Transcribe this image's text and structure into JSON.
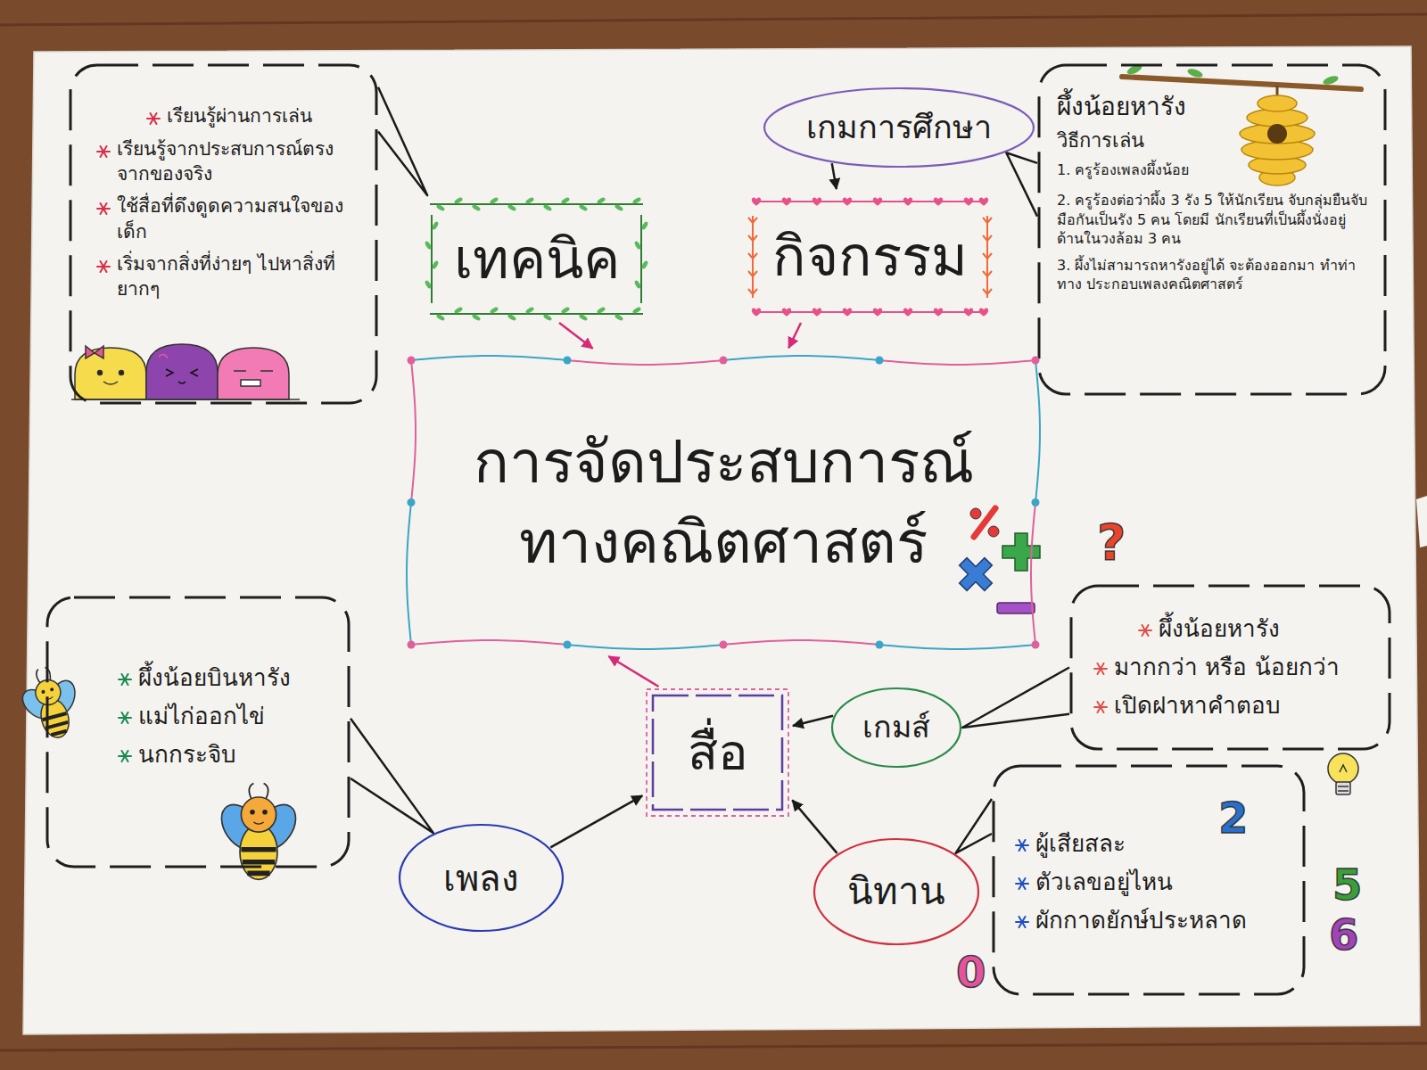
{
  "diagram": {
    "nodes": [
      {
        "text": [
          "เรียนรู้ผ่านการเล่น",
          "เรียนรู้จากประสบการณ์ตรง จากของจริง",
          "ใช้สื่อที่ดึงดูดความสนใจของเด็ก",
          "เริ่มจากสิ่งที่ง่ายๆ ไปหาสิ่งที่ยากๆ"
        ]
      },
      {
        "text": [
          "เกมการศึกษา"
        ]
      },
      {
        "text": [
          "ผึ้งน้อยหารัง",
          "วิธีการเล่น",
          "1. ครูร้องเพลงผึ้งน้อย",
          "2. ครูร้องต่อว่าผึ้ง 3 รัง 5 ให้นักเรียน จับกลุ่มยืนจับมือกันเป็นรัง 5 คน โดยมี นักเรียนที่เป็นผึ้งนั่งอยู่ด้านในวงล้อม 3 คน",
          "3. ผึ้งไม่สามารถหารังอยู่ได้ จะต้องออกมา ทำท่าทาง ประกอบเพลงคณิตศาสตร์"
        ]
      },
      {
        "text": [
          "เทคนิค"
        ]
      },
      {
        "text": [
          "กิจกรรม"
        ]
      },
      {
        "text": [
          "การจัดประสบการณ์ ทางคณิตศาสตร์"
        ]
      },
      {
        "text": [
          "ผึ้งน้อยหารัง",
          "มากกว่า หรือ น้อยกว่า",
          "เปิดฝาหาคำตอบ"
        ]
      },
      {
        "text": [
          "สื่อ"
        ]
      },
      {
        "text": [
          "เกมส์"
        ]
      },
      {
        "text": [
          "ผึ้งน้อยบินหารัง",
          "แม่ไก่ออกไข่",
          "นกกระจิบ"
        ]
      },
      {
        "text": [
          "เพลง"
        ]
      },
      {
        "text": [
          "นิทาน"
        ]
      },
      {
        "text": [
          "ผู้เสียสละ",
          "ตัวเลขอยู่ไหน",
          "ผักกาดยักษ์ประหลาด"
        ]
      }
    ],
    "edges": [
      {
        "from": 1,
        "to": 4,
        "arrow": "to"
      },
      {
        "from": 3,
        "to": 5,
        "arrow": "to"
      },
      {
        "from": 4,
        "to": 5,
        "arrow": "to"
      },
      {
        "from": 7,
        "to": 5,
        "arrow": "to"
      },
      {
        "from": 8,
        "to": 7,
        "arrow": "to"
      },
      {
        "from": 10,
        "to": 7,
        "arrow": "to"
      },
      {
        "from": 11,
        "to": 7,
        "arrow": "to"
      },
      {
        "from": 0,
        "to": 3,
        "arrow": "none"
      },
      {
        "from": 2,
        "to": 1,
        "arrow": "none"
      },
      {
        "from": 6,
        "to": 8,
        "arrow": "none"
      },
      {
        "from": 9,
        "to": 10,
        "arrow": "none"
      },
      {
        "from": 12,
        "to": 11,
        "arrow": "none"
      }
    ],
    "labels": [
      "?",
      "2",
      "5",
      "6",
      "0"
    ]
  }
}
